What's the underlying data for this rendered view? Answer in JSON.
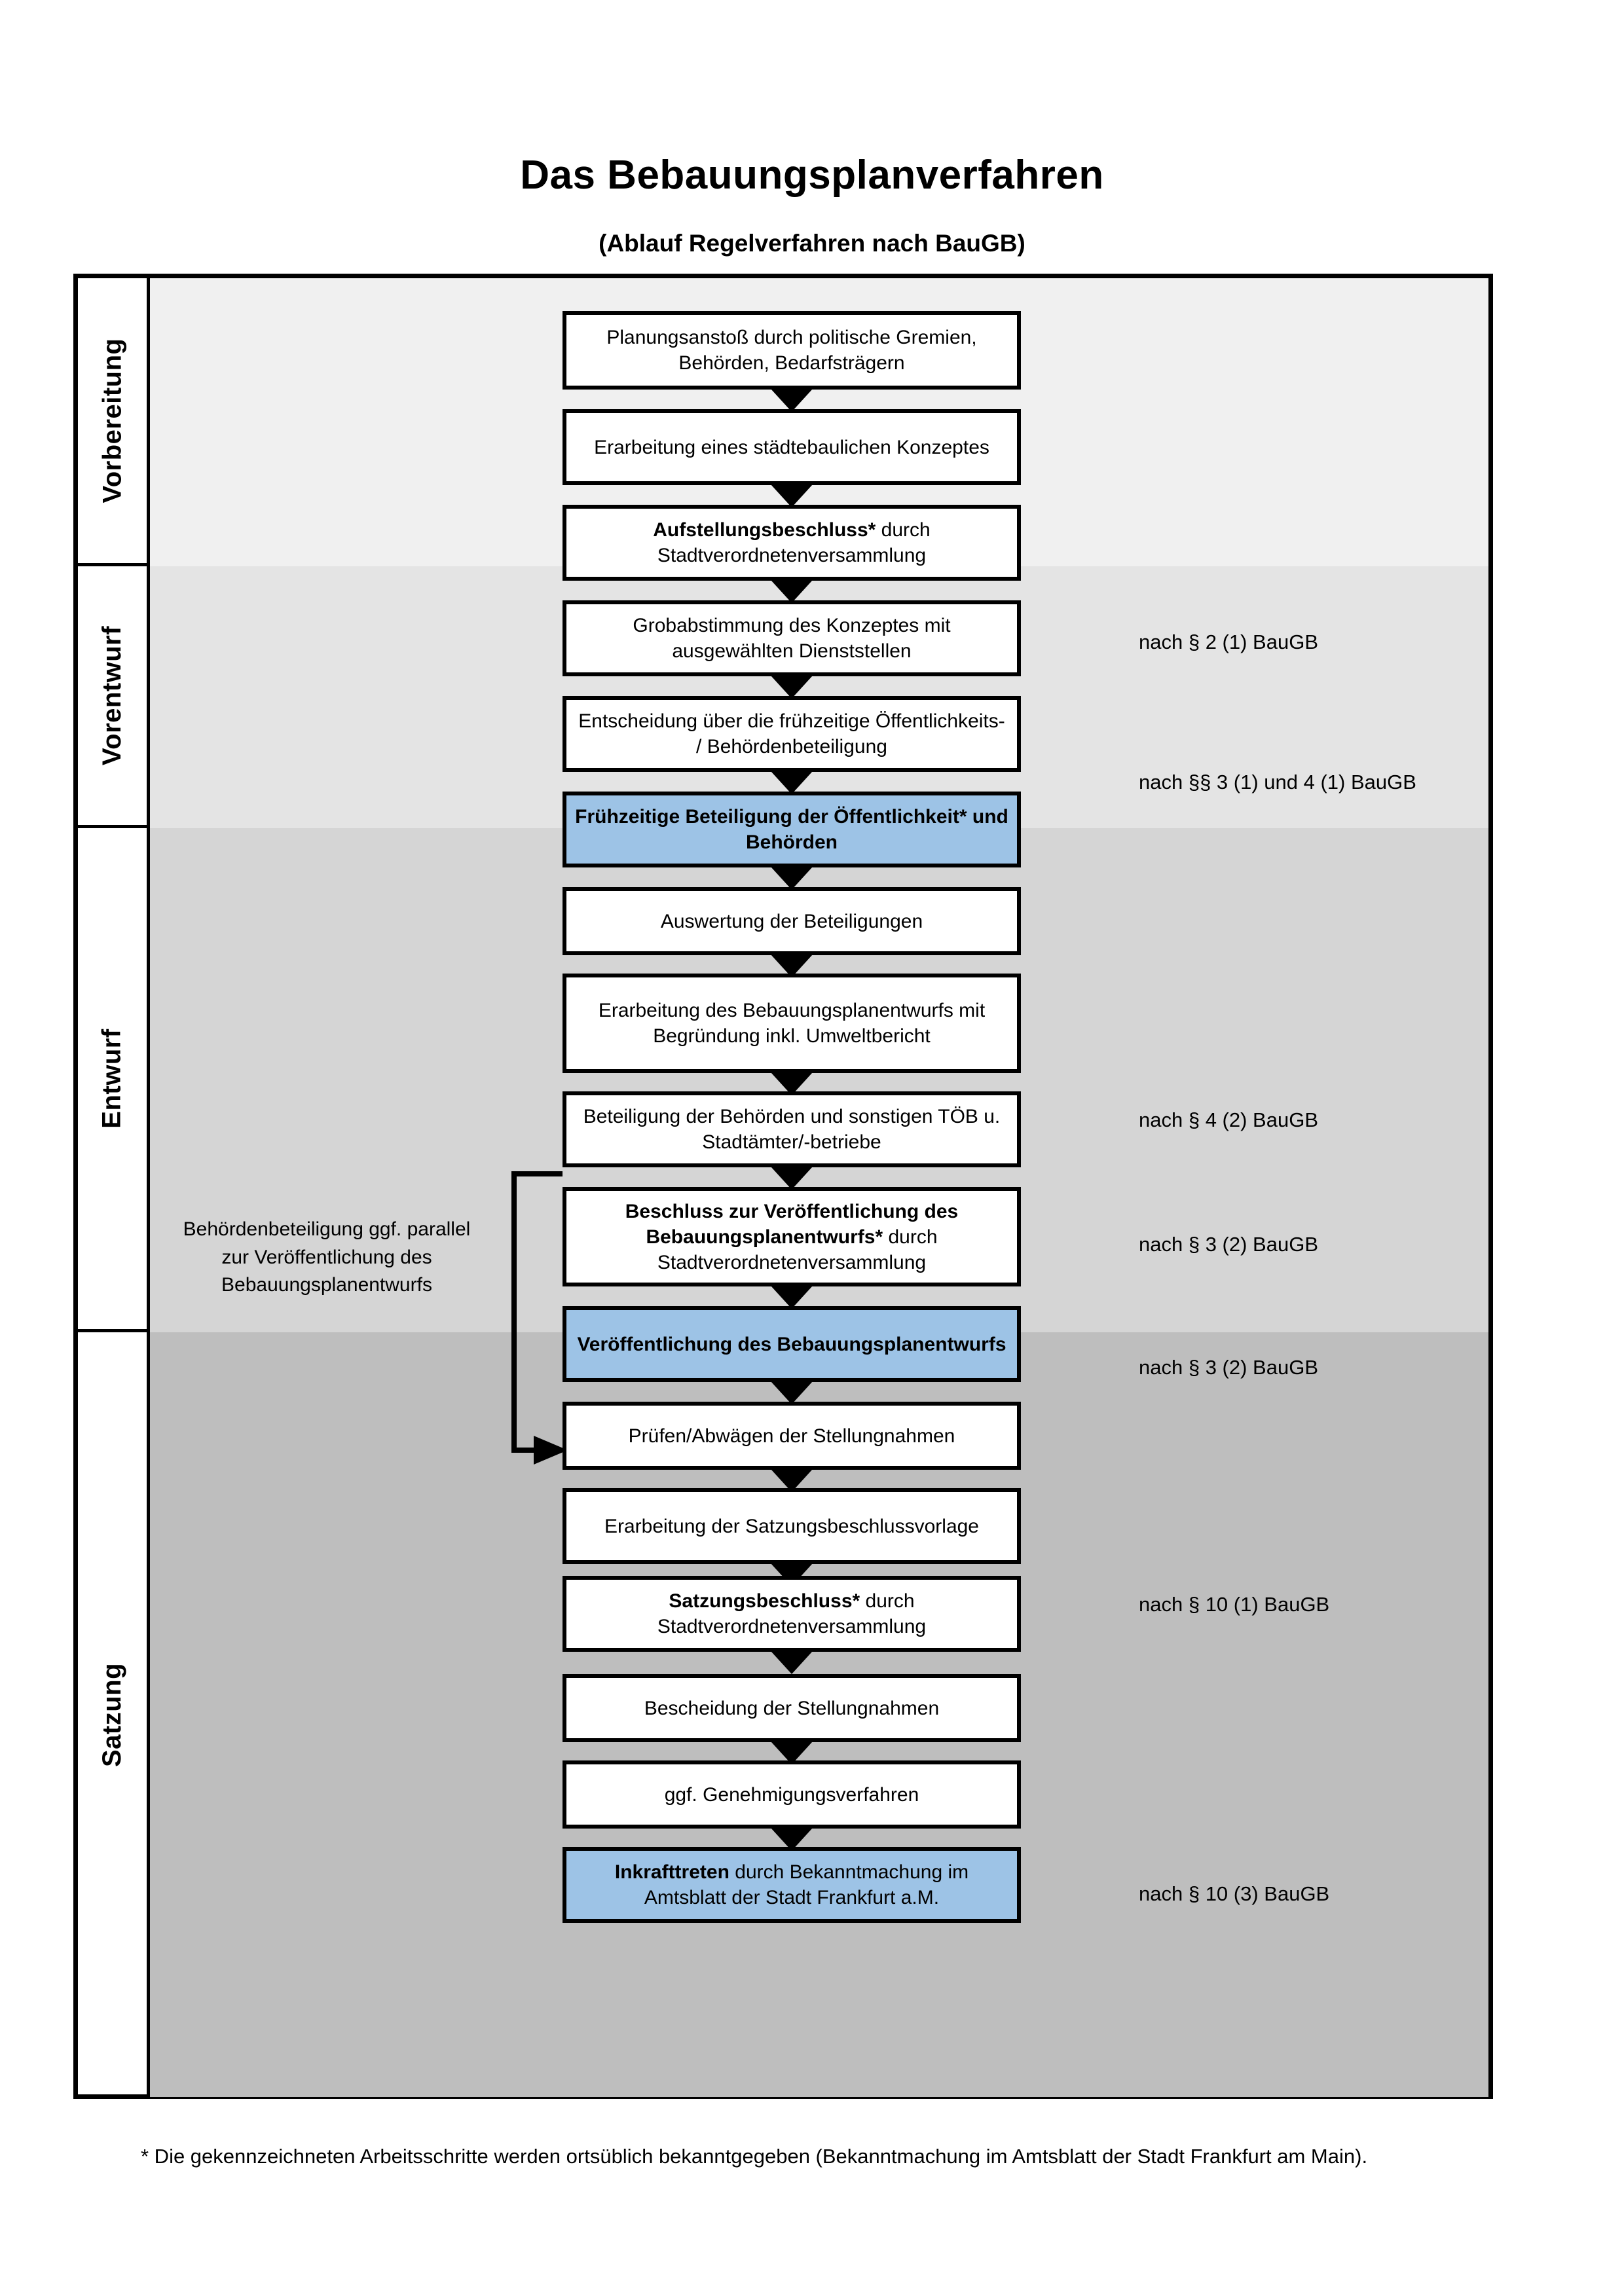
{
  "document": {
    "title": "Das Bebauungsplanverfahren",
    "subtitle": "(Ablauf Regelverfahren nach BauGB)",
    "footnote": "* Die gekennzeichneten Arbeitsschritte werden ortsüblich bekanntgegeben (Bekanntmachung im Amtsblatt  der Stadt Frankfurt am Main)."
  },
  "colors": {
    "highlight_blue": "#9DC3E6",
    "band_vorbereitung": "#F0F0F0",
    "band_vorentwurf": "#E4E4E4",
    "band_entwurf": "#D5D5D5",
    "band_satzung": "#BEBEBE",
    "outline": "#000000"
  },
  "phases": [
    {
      "id": "vorbereitung",
      "label": "Vorbereitung",
      "background": "#F0F0F0"
    },
    {
      "id": "vorentwurf",
      "label": "Vorentwurf",
      "background": "#E4E4E4"
    },
    {
      "id": "entwurf",
      "label": "Entwurf",
      "background": "#D5D5D5"
    },
    {
      "id": "satzung",
      "label": "Satzung",
      "background": "#BEBEBE"
    }
  ],
  "steps": [
    {
      "n": 1,
      "phase": "vorbereitung",
      "highlight": false,
      "bold_prefix": "",
      "text": "Planungsanstoß durch politische Gremien, Behörden, Bedarfsträgern"
    },
    {
      "n": 2,
      "phase": "vorbereitung",
      "highlight": false,
      "bold_prefix": "",
      "text": "Erarbeitung eines städtebaulichen Konzeptes"
    },
    {
      "n": 3,
      "phase": "vorbereitung",
      "highlight": false,
      "bold_prefix": "Aufstellungsbeschluss*",
      "text": " durch Stadtverordnetenversammlung"
    },
    {
      "n": 4,
      "phase": "vorentwurf",
      "highlight": false,
      "bold_prefix": "",
      "text": "Grobabstimmung des Konzeptes mit ausgewählten Dienststellen"
    },
    {
      "n": 5,
      "phase": "vorentwurf",
      "highlight": false,
      "bold_prefix": "",
      "text": "Entscheidung über die frühzeitige Öffentlichkeits- / Behördenbeteiligung"
    },
    {
      "n": 6,
      "phase": "vorentwurf",
      "highlight": true,
      "bold_prefix": "Frühzeitige Beteiligung der Öffentlichkeit* und Behörden",
      "text": ""
    },
    {
      "n": 7,
      "phase": "entwurf",
      "highlight": false,
      "bold_prefix": "",
      "text": "Auswertung der Beteiligungen"
    },
    {
      "n": 8,
      "phase": "entwurf",
      "highlight": false,
      "bold_prefix": "",
      "text": "Erarbeitung des Bebauungsplanentwurfs mit Begründung inkl. Umweltbericht"
    },
    {
      "n": 9,
      "phase": "entwurf",
      "highlight": false,
      "bold_prefix": "",
      "text": "Beteiligung der Behörden und sonstigen TÖB u. Stadtämter/-betriebe"
    },
    {
      "n": 10,
      "phase": "entwurf",
      "highlight": false,
      "bold_prefix": "Beschluss zur Veröffentlichung des Bebauungsplanentwurfs*",
      "text": " durch Stadtverordnetenversammlung"
    },
    {
      "n": 11,
      "phase": "entwurf",
      "highlight": true,
      "bold_prefix": "Veröffentlichung des Bebauungsplanentwurfs",
      "text": ""
    },
    {
      "n": 12,
      "phase": "satzung",
      "highlight": false,
      "bold_prefix": "",
      "text": "Prüfen/Abwägen der Stellungnahmen"
    },
    {
      "n": 13,
      "phase": "satzung",
      "highlight": false,
      "bold_prefix": "",
      "text": "Erarbeitung der Satzungsbeschlussvorlage"
    },
    {
      "n": 14,
      "phase": "satzung",
      "highlight": false,
      "bold_prefix": "Satzungsbeschluss*",
      "text": " durch Stadtverordnetenversammlung"
    },
    {
      "n": 15,
      "phase": "satzung",
      "highlight": false,
      "bold_prefix": "",
      "text": "Bescheidung der Stellungnahmen"
    },
    {
      "n": 16,
      "phase": "satzung",
      "highlight": false,
      "bold_prefix": "",
      "text": "ggf. Genehmigungsverfahren"
    },
    {
      "n": 17,
      "phase": "satzung",
      "highlight": true,
      "bold_prefix": "Inkrafttreten",
      "text": " durch Bekanntmachung im Amtsblatt der Stadt Frankfurt a.M."
    }
  ],
  "law_notes": [
    {
      "id": "note-1",
      "text": "nach § 2 (1) BauGB",
      "for_step": 3
    },
    {
      "id": "note-2",
      "text": "nach §§ 3 (1) und 4 (1) BauGB",
      "for_step": 6
    },
    {
      "id": "note-3",
      "text": "nach § 4 (2) BauGB",
      "for_step": 9
    },
    {
      "id": "note-4",
      "text": "nach § 3 (2) BauGB",
      "for_step": 10
    },
    {
      "id": "note-5",
      "text": "nach § 3 (2) BauGB",
      "for_step": 11
    },
    {
      "id": "note-6",
      "text": "nach § 10 (1) BauGB",
      "for_step": 14
    },
    {
      "id": "note-7",
      "text": "nach § 10 (3) BauGB",
      "for_step": 17
    }
  ],
  "side_note": {
    "text": "Behördenbeteiligung ggf. parallel zur Veröffentlichung des Bebauungsplanentwurfs"
  }
}
